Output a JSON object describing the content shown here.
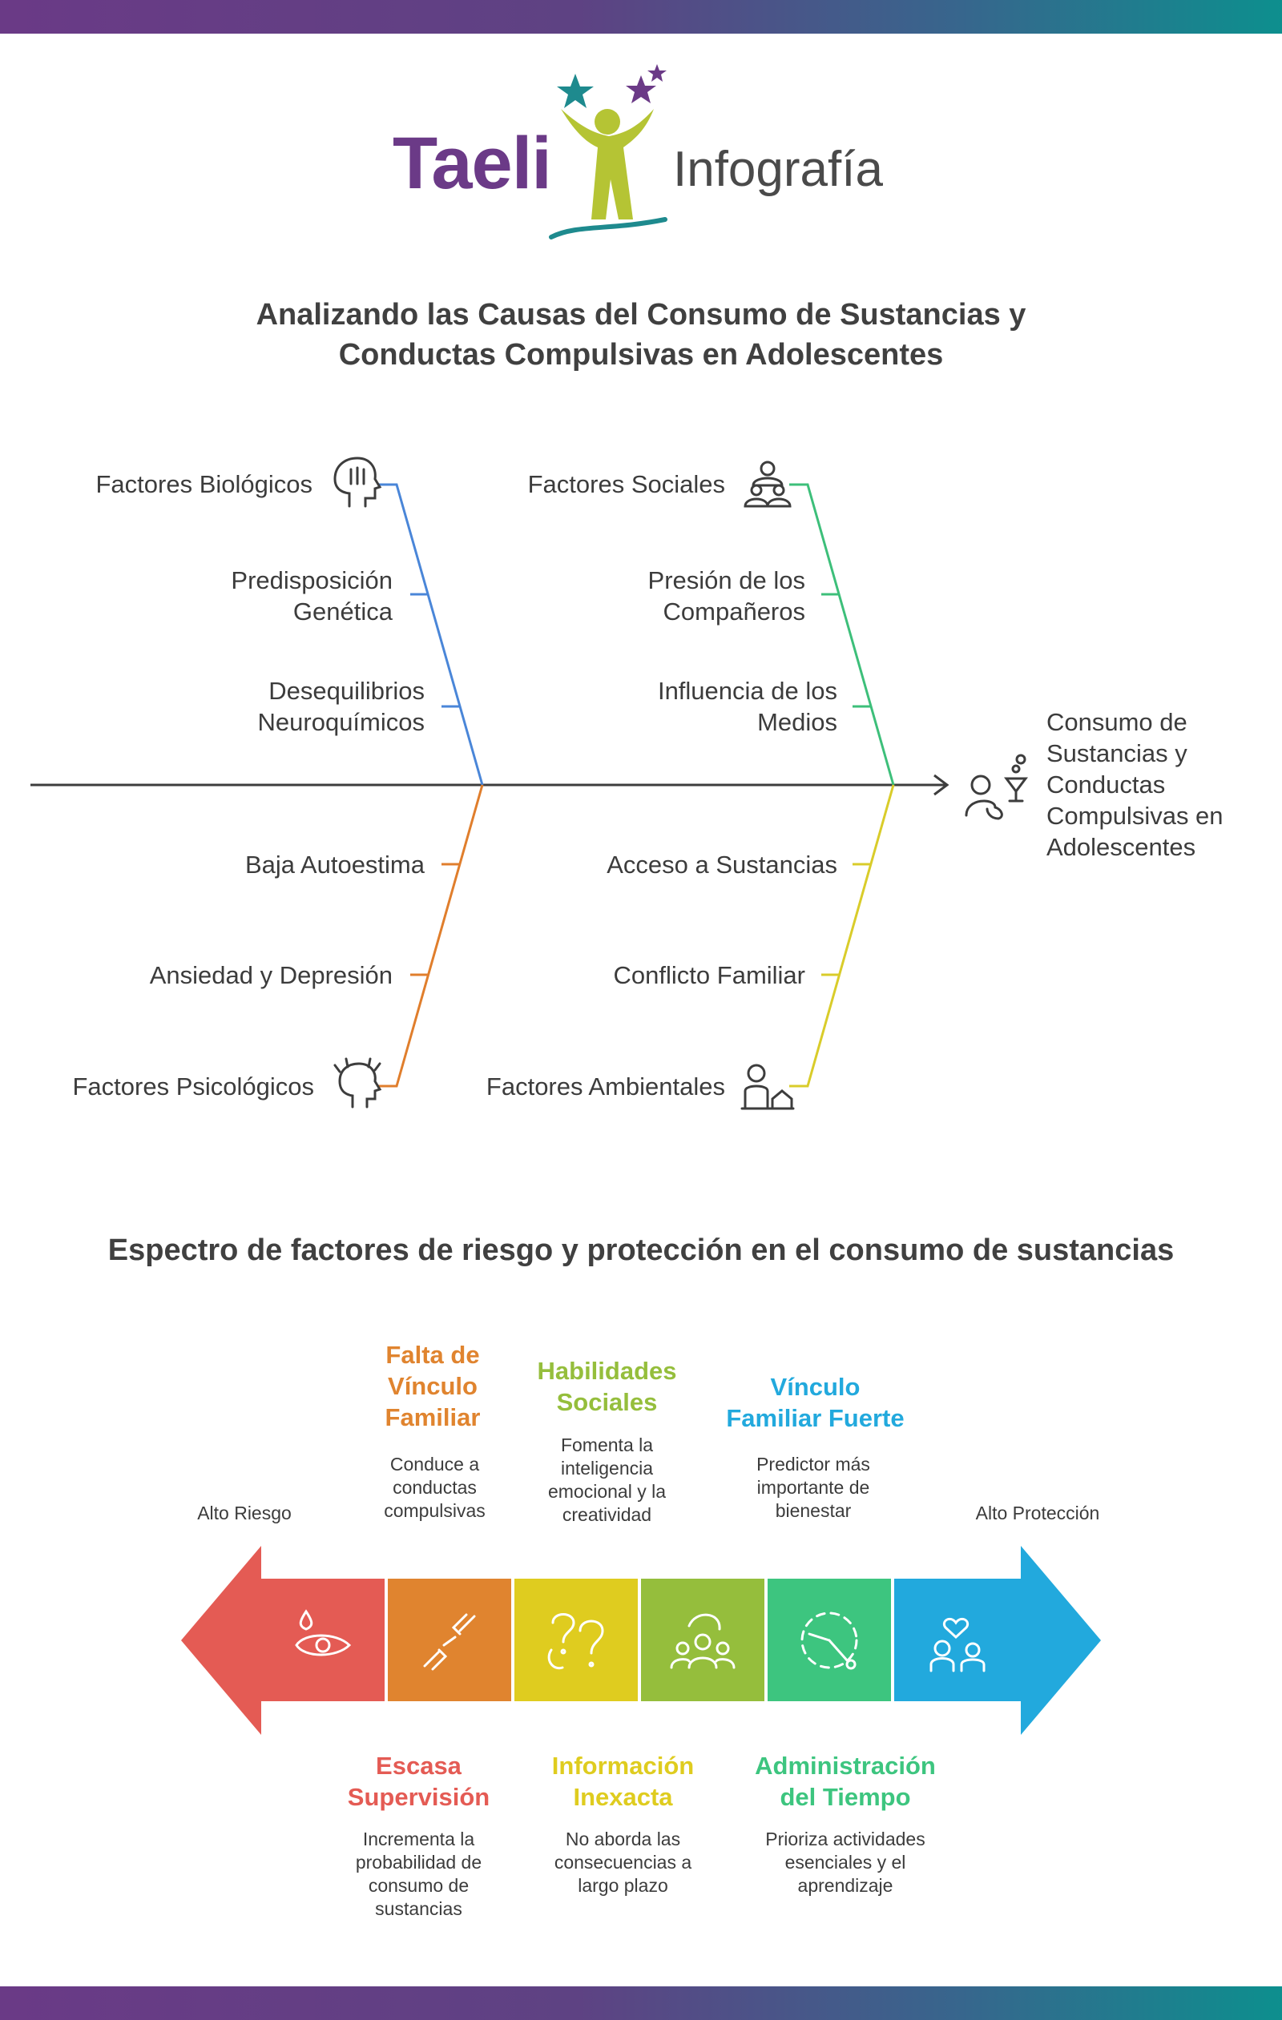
{
  "brand": {
    "logo_word": "Taeli",
    "logo_subtitle": "Infografía"
  },
  "fishbone": {
    "title_line1": "Analizando las Causas del Consumo de Sustancias y",
    "title_line2": "Conductas Compulsivas en Adolescentes",
    "effect_lines": [
      "Consumo de",
      "Sustancias y",
      "Conductas",
      "Compulsivas en",
      "Adolescentes"
    ],
    "categories": [
      {
        "name": "Factores Biológicos",
        "color": "#4a86d8",
        "icon": "head-brain-icon",
        "causes": [
          [
            "Predisposición",
            "Genética"
          ],
          [
            "Desequilibrios",
            "Neuroquímicos"
          ]
        ]
      },
      {
        "name": "Factores Sociales",
        "color": "#3dbf7a",
        "icon": "group-people-icon",
        "causes": [
          [
            "Presión de los",
            "Compañeros"
          ],
          [
            "Influencia de los",
            "Medios"
          ]
        ]
      },
      {
        "name": "Factores Psicológicos",
        "color": "#e07e2c",
        "icon": "stressed-head-icon",
        "causes": [
          [
            "Baja Autoestima"
          ],
          [
            "Ansiedad y Depresión"
          ]
        ]
      },
      {
        "name": "Factores Ambientales",
        "color": "#d9cc2a",
        "icon": "person-house-icon",
        "causes": [
          [
            "Acceso a Sustancias"
          ],
          [
            "Conflicto Familiar"
          ]
        ]
      }
    ]
  },
  "spectrum": {
    "title": "Espectro de factores de riesgo y protección en el consumo de sustancias",
    "left_end": "Alto Riesgo",
    "right_end": "Alto Protección",
    "segments": [
      {
        "title_lines": [
          "Escasa",
          "Supervisión"
        ],
        "desc_lines": [
          "Incrementa la",
          "probabilidad de",
          "consumo de",
          "sustancias"
        ],
        "color": "#e45b54",
        "icon": "eye-drop-icon",
        "position": "below"
      },
      {
        "title_lines": [
          "Falta de",
          "Vínculo",
          "Familiar"
        ],
        "desc_lines": [
          "Conduce a",
          "conductas",
          "compulsivas"
        ],
        "color": "#e0842f",
        "icon": "broken-link-icon",
        "position": "above"
      },
      {
        "title_lines": [
          "Información",
          "Inexacta"
        ],
        "desc_lines": [
          "No aborda las",
          "consecuencias a",
          "largo plazo"
        ],
        "color": "#dfcc1f",
        "icon": "question-marks-icon",
        "position": "below"
      },
      {
        "title_lines": [
          "Habilidades",
          "Sociales"
        ],
        "desc_lines": [
          "Fomenta la",
          "inteligencia",
          "emocional y la",
          "creatividad"
        ],
        "color": "#95be3c",
        "icon": "people-group-icon",
        "position": "above"
      },
      {
        "title_lines": [
          "Administración",
          "del Tiempo"
        ],
        "desc_lines": [
          "Prioriza actividades",
          "esenciales y el",
          "aprendizaje"
        ],
        "color": "#3dc57f",
        "icon": "timer-icon",
        "position": "below"
      },
      {
        "title_lines": [
          "Vínculo",
          "Familiar Fuerte"
        ],
        "desc_lines": [
          "Predictor más",
          "importante de",
          "bienestar"
        ],
        "color": "#22a9dd",
        "icon": "family-heart-icon",
        "position": "above"
      }
    ]
  }
}
